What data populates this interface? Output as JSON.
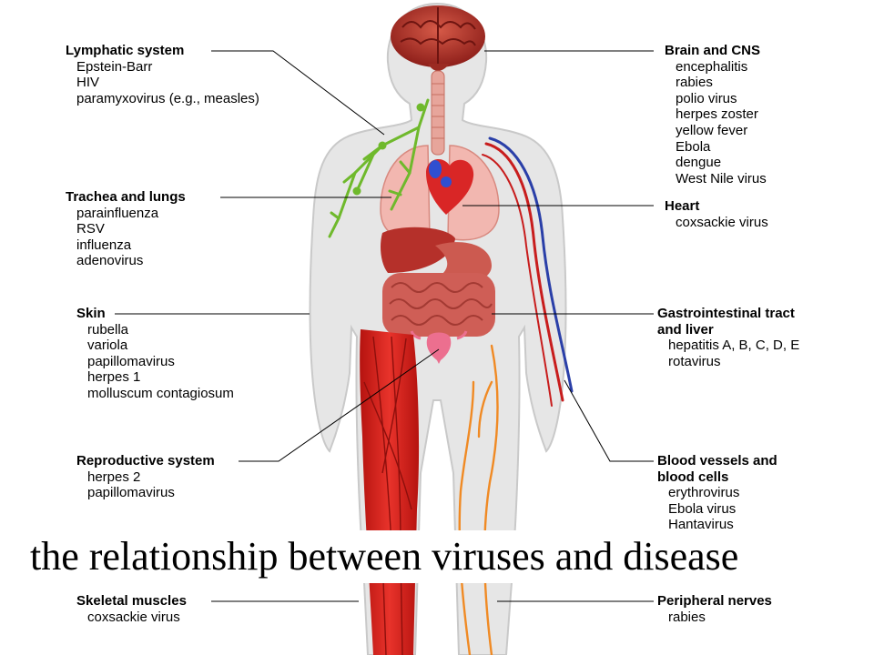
{
  "caption": "the relationship between viruses and disease",
  "colors": {
    "body": "#e6e6e6",
    "body_outline": "#c9c9c9",
    "muscle": "#d9201c",
    "brain": "#b8322a",
    "lymph": "#6fb92c",
    "artery": "#c81d1d",
    "vein": "#2a3fa8",
    "nerve": "#f08a24",
    "organ": "#c5403a",
    "leader_line": "#000000"
  },
  "groups": [
    {
      "id": "lymphatic",
      "side": "left",
      "title": "Lymphatic system",
      "items": [
        "Epstein-Barr",
        "HIV",
        "paramyxovirus (e.g., measles)"
      ]
    },
    {
      "id": "trachea",
      "side": "left",
      "title": "Trachea and lungs",
      "items": [
        "parainfluenza",
        "RSV",
        "influenza",
        "adenovirus"
      ]
    },
    {
      "id": "skin",
      "side": "left",
      "title": "Skin",
      "items": [
        "rubella",
        "variola",
        "papillomavirus",
        "herpes 1",
        "molluscum contagiosum"
      ]
    },
    {
      "id": "reproductive",
      "side": "left",
      "title": "Reproductive system",
      "items": [
        "herpes 2",
        "papillomavirus"
      ]
    },
    {
      "id": "skeletal",
      "side": "left",
      "title": "Skeletal muscles",
      "items": [
        "coxsackie virus"
      ]
    },
    {
      "id": "brain",
      "side": "right",
      "title": "Brain and CNS",
      "items": [
        "encephalitis",
        "rabies",
        "polio virus",
        "herpes zoster",
        "yellow fever",
        "Ebola",
        "dengue",
        "West Nile virus"
      ]
    },
    {
      "id": "heart",
      "side": "right",
      "title": "Heart",
      "items": [
        "coxsackie virus"
      ]
    },
    {
      "id": "gi",
      "side": "right",
      "title": "Gastrointestinal tract\nand liver",
      "title_lines": [
        "Gastrointestinal tract",
        "and liver"
      ],
      "items": [
        "hepatitis A, B, C, D, E",
        "rotavirus"
      ]
    },
    {
      "id": "blood",
      "side": "right",
      "title": "Blood vessels and\nblood cells",
      "title_lines": [
        "Blood vessels and",
        "blood cells"
      ],
      "items": [
        "erythrovirus",
        "Ebola virus",
        "Hantavirus"
      ]
    },
    {
      "id": "nerves",
      "side": "right",
      "title": "Peripheral nerves",
      "items": [
        "rabies"
      ]
    }
  ]
}
